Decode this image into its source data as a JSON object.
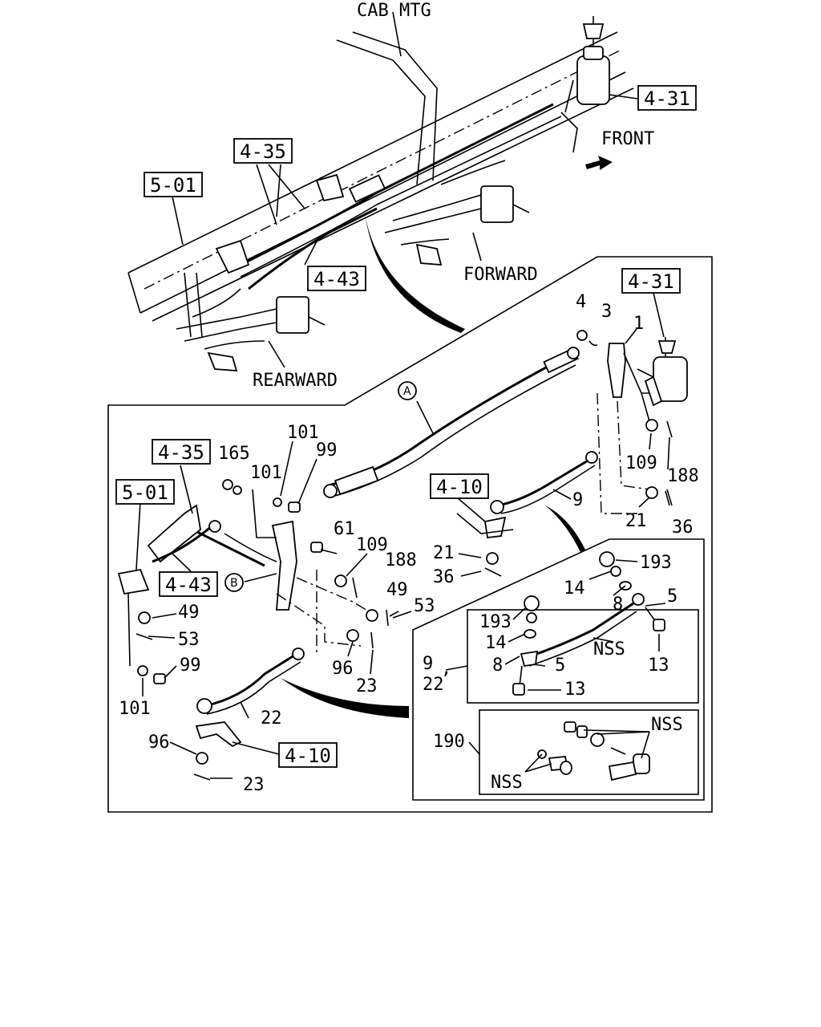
{
  "labels": {
    "cab_mtg": "CAB MTG",
    "front": "FRONT",
    "forward": "FORWARD",
    "rearward": "REARWARD",
    "nss": "NSS",
    "comma": ","
  },
  "refs": {
    "r4_31": "4-31",
    "r4_35": "4-35",
    "r5_01": "5-01",
    "r4_43": "4-43",
    "r4_10": "4-10"
  },
  "callouts": {
    "a": "A",
    "b": "B"
  },
  "parts": {
    "p1": "1",
    "p3": "3",
    "p4": "4",
    "p5": "5",
    "p8": "8",
    "p9": "9",
    "p13": "13",
    "p14": "14",
    "p21": "21",
    "p22": "22",
    "p23": "23",
    "p36": "36",
    "p49": "49",
    "p53": "53",
    "p61": "61",
    "p96": "96",
    "p99": "99",
    "p101": "101",
    "p109": "109",
    "p165": "165",
    "p188": "188",
    "p190": "190",
    "p193": "193"
  },
  "icons": {
    "front_arrow": "front-arrow-icon"
  }
}
